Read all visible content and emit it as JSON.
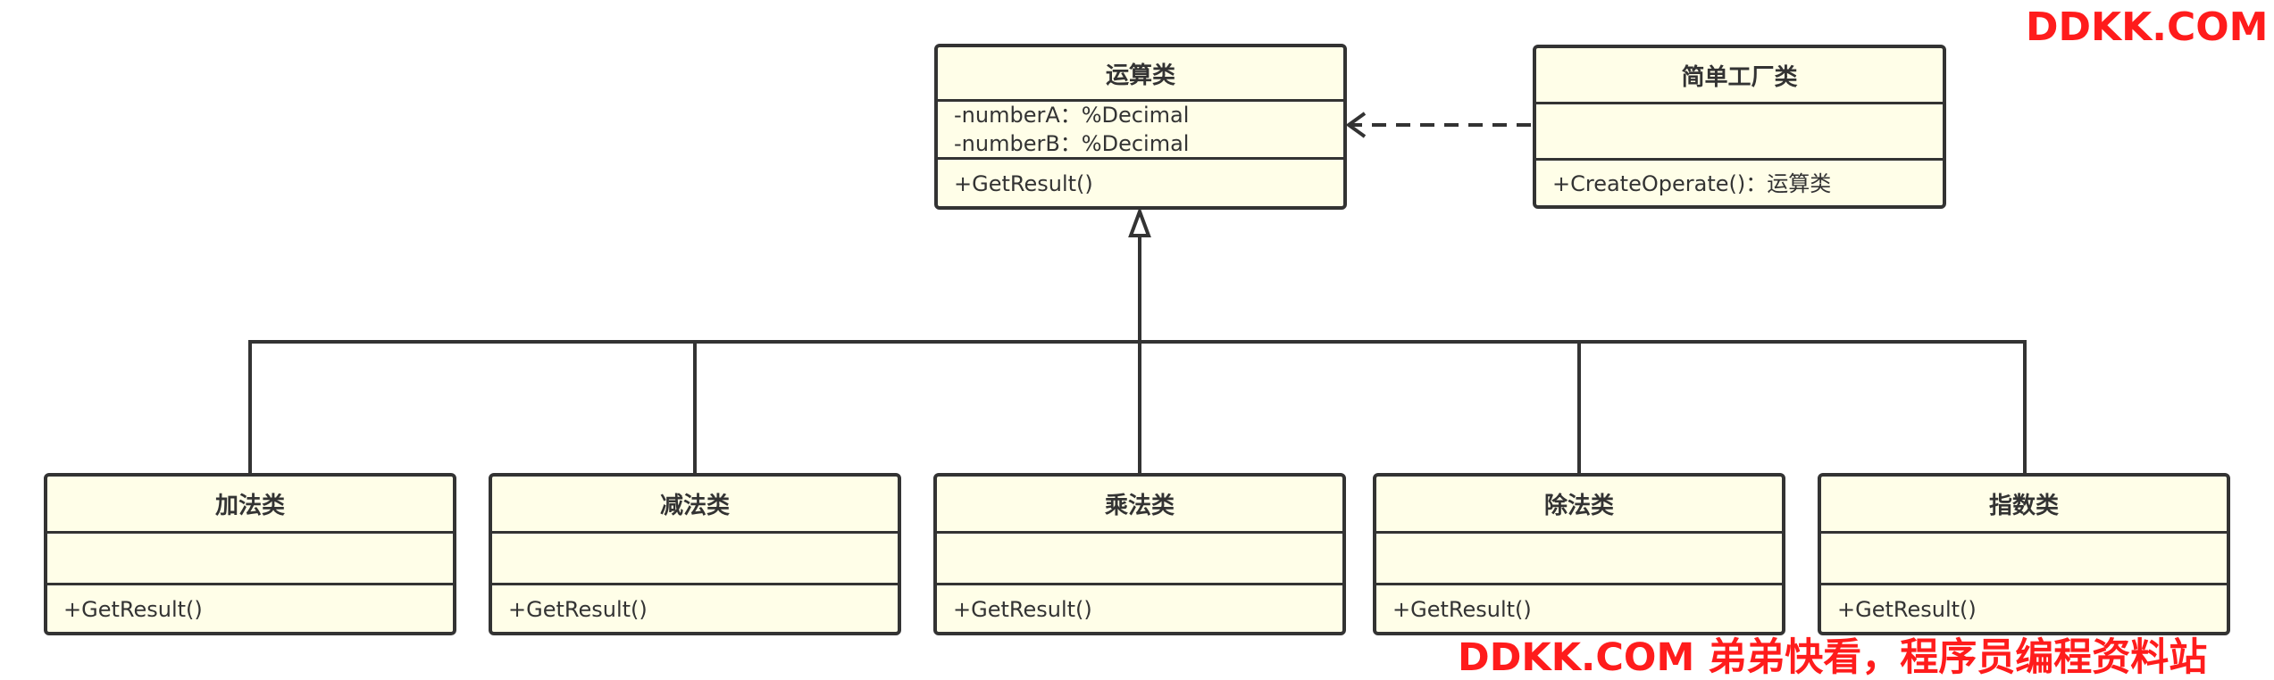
{
  "classes": {
    "operation": {
      "name": "运算类",
      "attributes": [
        "-numberA：%Decimal",
        "-numberB：%Decimal"
      ],
      "operations": [
        "+GetResult()"
      ]
    },
    "factory": {
      "name": "简单工厂类",
      "attributes": [],
      "operations": [
        "+CreateOperate()：运算类"
      ]
    },
    "add": {
      "name": "加法类",
      "operations": [
        "+GetResult()"
      ]
    },
    "sub": {
      "name": "减法类",
      "operations": [
        "+GetResult()"
      ]
    },
    "mul": {
      "name": "乘法类",
      "operations": [
        "+GetResult()"
      ]
    },
    "div": {
      "name": "除法类",
      "operations": [
        "+GetResult()"
      ]
    },
    "pow": {
      "name": "指数类",
      "operations": [
        "+GetResult()"
      ]
    }
  },
  "relations": {
    "dependency": {
      "from": "简单工厂类",
      "to": "运算类",
      "style": "dashed"
    },
    "generalization": {
      "parent": "运算类",
      "children": [
        "加法类",
        "减法类",
        "乘法类",
        "除法类",
        "指数类"
      ]
    }
  },
  "watermarks": {
    "top_right": "DDKK.COM",
    "bottom": "DDKK.COM 弟弟快看，程序员编程资料站"
  },
  "colors": {
    "box_fill": "#fffee8",
    "line": "#333333",
    "watermark": "#ff1c1c"
  }
}
